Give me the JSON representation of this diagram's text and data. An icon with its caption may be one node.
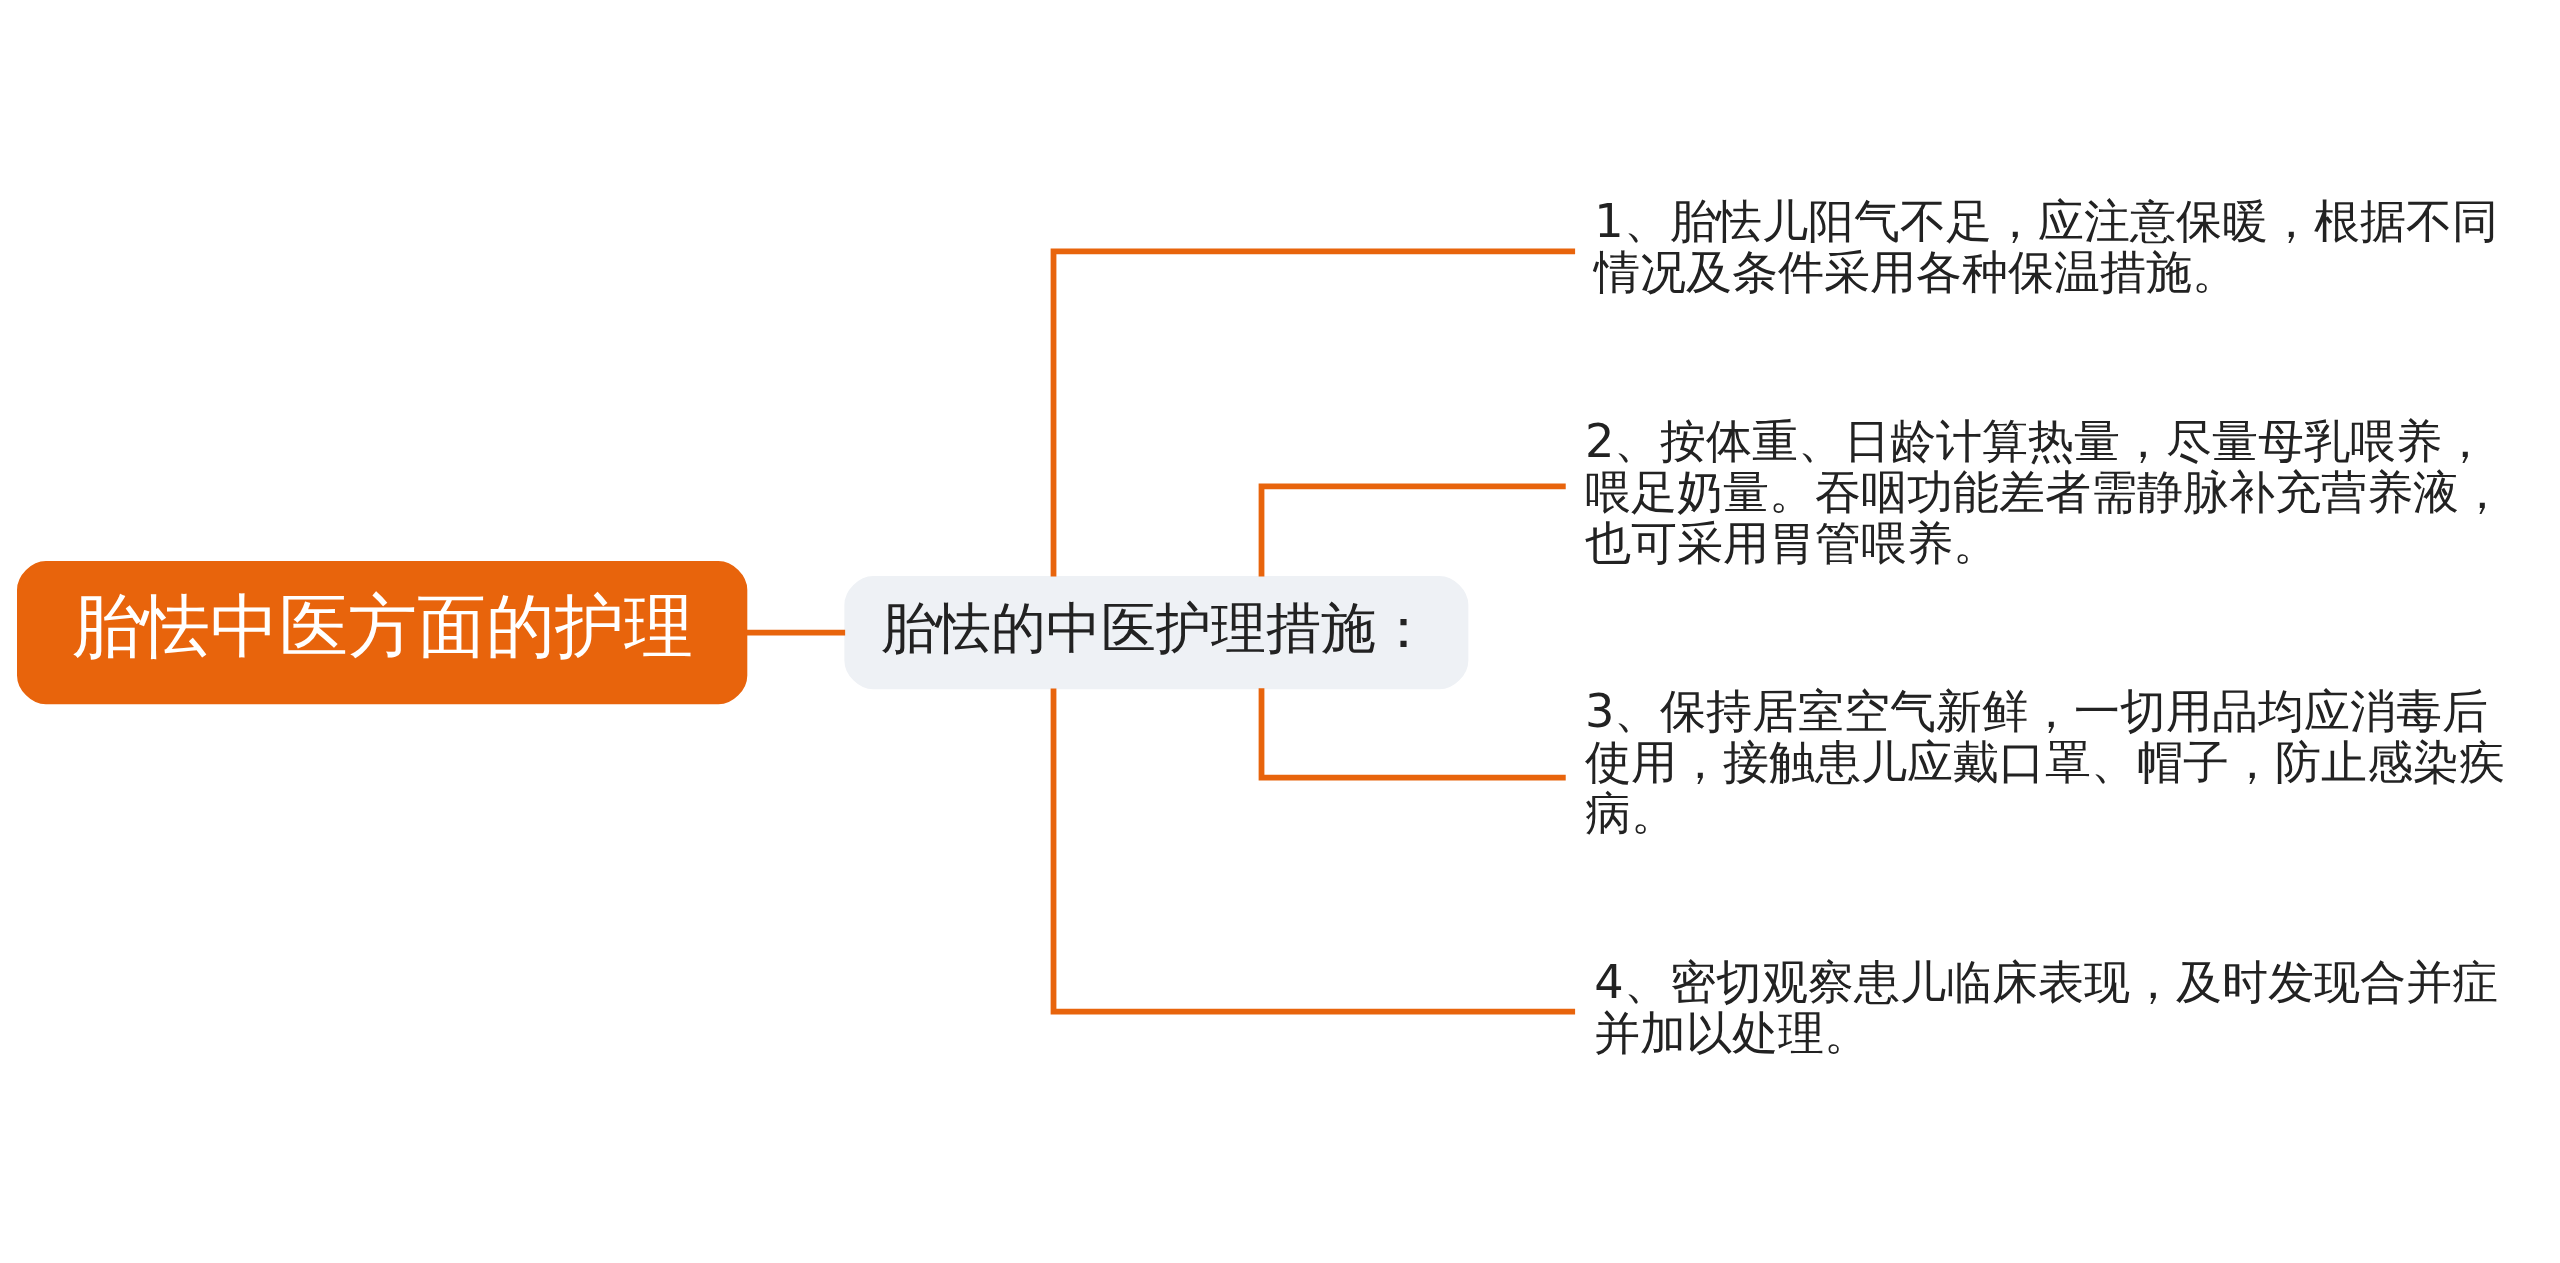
{
  "diagram": {
    "nodes": [
      {
        "text": [
          "胎怯中医方面的护理"
        ]
      },
      {
        "text": [
          "胎怯的中医护理措施："
        ]
      },
      {
        "text": [
          "1、胎怯儿阳气不足，应注意保暖，根据不同情况及条件采用各种保温措施。"
        ]
      },
      {
        "text": [
          "2、按体重、日龄计算热量，尽量母乳喂养，喂足奶量。吞咽功能差者需静脉补充营养液，也可采用胃管喂养。"
        ]
      },
      {
        "text": [
          "3、保持居室空气新鲜，一切用品均应消毒后使用，接触患儿应戴口罩、帽子，防止感染疾病。"
        ]
      },
      {
        "text": [
          "4、密切观察患儿临床表现，及时发现合并症并加以处理。"
        ]
      }
    ],
    "edges": [
      {
        "from": 0,
        "to": 1,
        "arrow": "none"
      },
      {
        "from": 1,
        "to": 2,
        "arrow": "none"
      },
      {
        "from": 1,
        "to": 3,
        "arrow": "none"
      },
      {
        "from": 1,
        "to": 4,
        "arrow": "none"
      },
      {
        "from": 1,
        "to": 5,
        "arrow": "none"
      }
    ]
  }
}
